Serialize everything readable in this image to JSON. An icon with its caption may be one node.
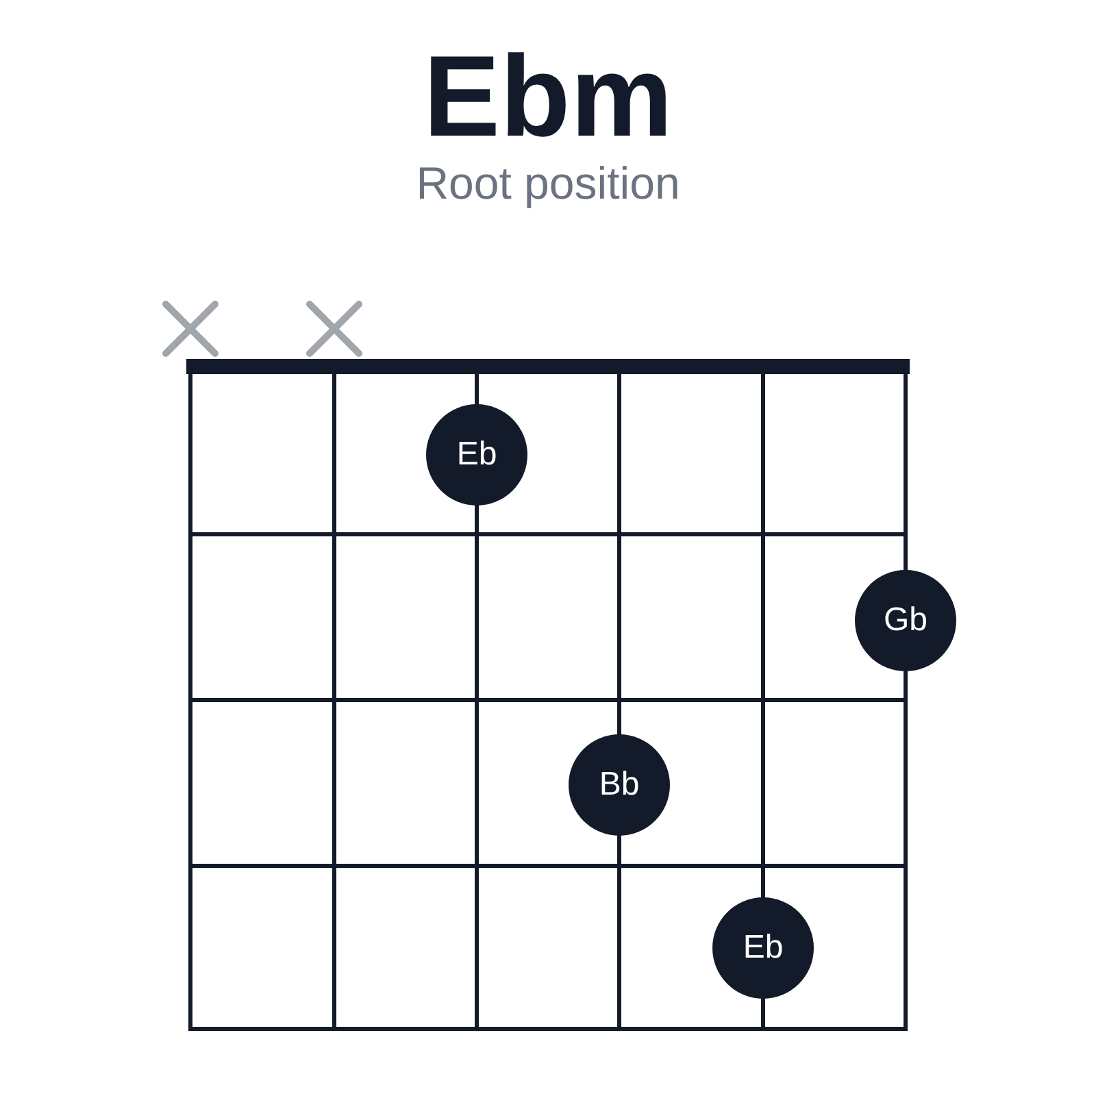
{
  "diagram": {
    "title": "Ebm",
    "nodes": [
      {
        "text": [],
        "shape": "cross"
      },
      {
        "text": [],
        "shape": "cross"
      },
      {
        "text": [
          "Eb"
        ]
      },
      {
        "text": [
          "Gb"
        ]
      },
      {
        "text": [
          "Bb"
        ]
      },
      {
        "text": [
          "Eb"
        ]
      }
    ],
    "labels": [
      "Root position"
    ]
  }
}
